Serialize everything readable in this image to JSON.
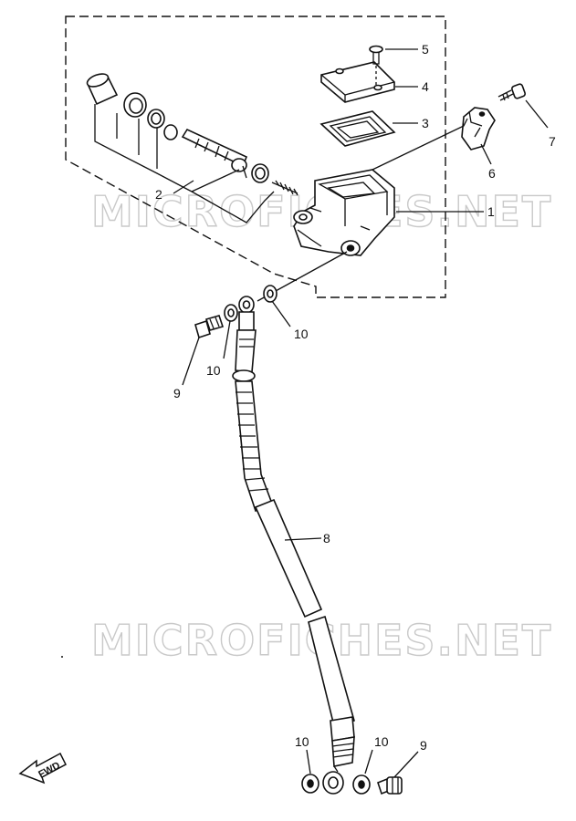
{
  "watermark": "MICROFICHES.NET",
  "fwd_label": "FWD",
  "callouts": {
    "p1": "1",
    "p2": "2",
    "p3": "3",
    "p4": "4",
    "p5": "5",
    "p6": "6",
    "p7": "7",
    "p8": "8",
    "p9a": "9",
    "p9b": "9",
    "p10a": "10",
    "p10b": "10",
    "p10c": "10",
    "p10d": "10"
  }
}
